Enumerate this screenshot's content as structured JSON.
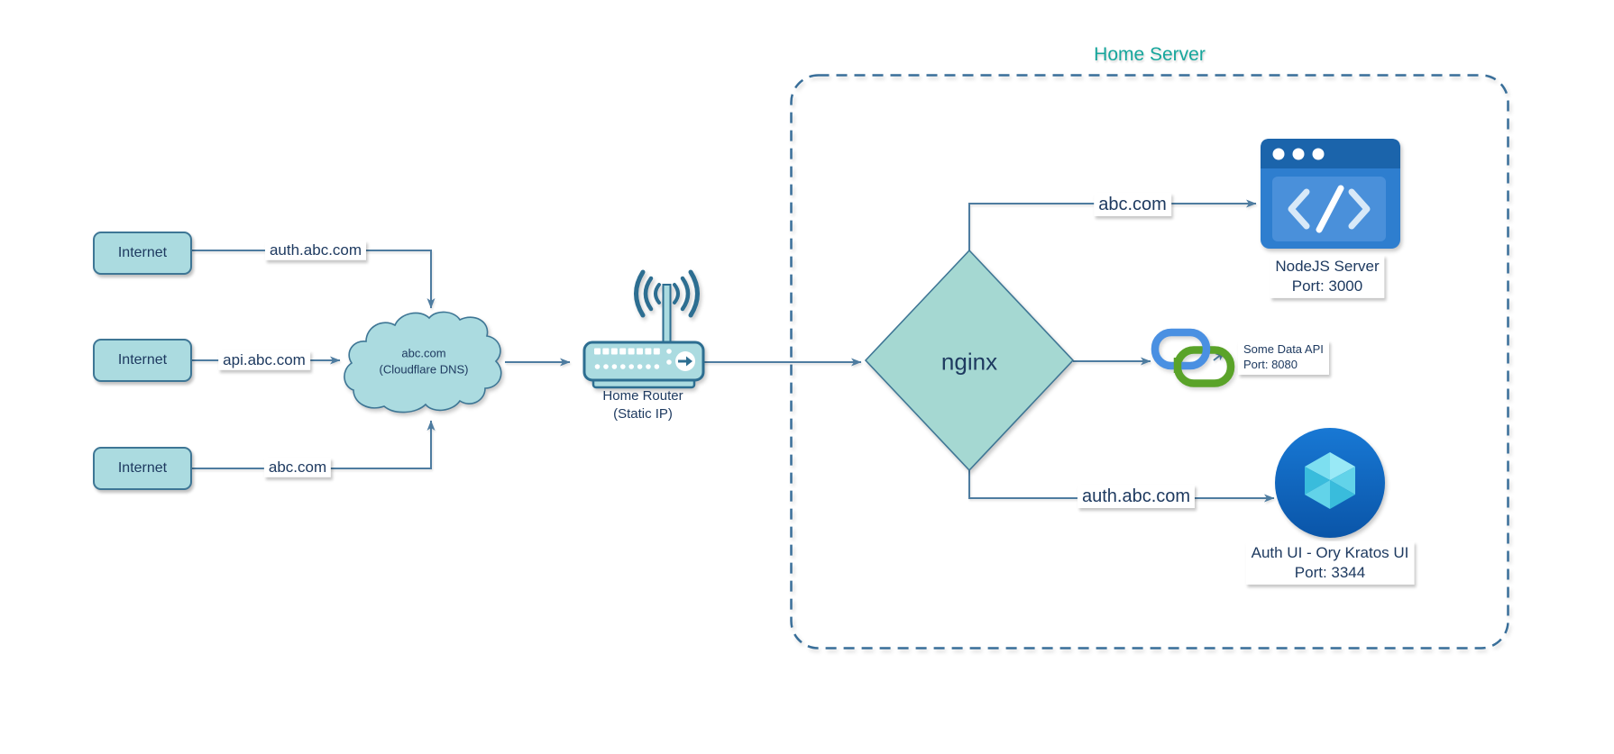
{
  "diagram": {
    "region_title": "Home Server",
    "internet_nodes": [
      {
        "label": "Internet"
      },
      {
        "label": "Internet"
      },
      {
        "label": "Internet"
      }
    ],
    "dns_cloud": {
      "line1": "abc.com",
      "line2": "(Cloudflare DNS)"
    },
    "router": {
      "line1": "Home Router",
      "line2": "(Static IP)"
    },
    "nginx": {
      "label": "nginx"
    },
    "nodejs_server": {
      "line1": "NodeJS Server",
      "line2": "Port: 3000"
    },
    "data_api": {
      "line1": "Some Data API",
      "line2": "Port: 8080"
    },
    "auth_ui": {
      "line1": "Auth UI - Ory Kratos UI",
      "line2": "Port: 3344"
    },
    "edge_labels": {
      "internet_auth": "auth.abc.com",
      "internet_api": "api.abc.com",
      "internet_abc": "abc.com",
      "nginx_nodejs": "abc.com",
      "nginx_auth": "auth.abc.com"
    },
    "colors": {
      "node_fill": "#abdbe0",
      "node_border": "#3e7695",
      "connector": "#4e7ca0",
      "text": "#1e3a60",
      "region_border": "#386e99",
      "region_title": "#17a69c",
      "diamond_fill": "#a5d8d2",
      "router_border": "#2d6e91"
    }
  }
}
